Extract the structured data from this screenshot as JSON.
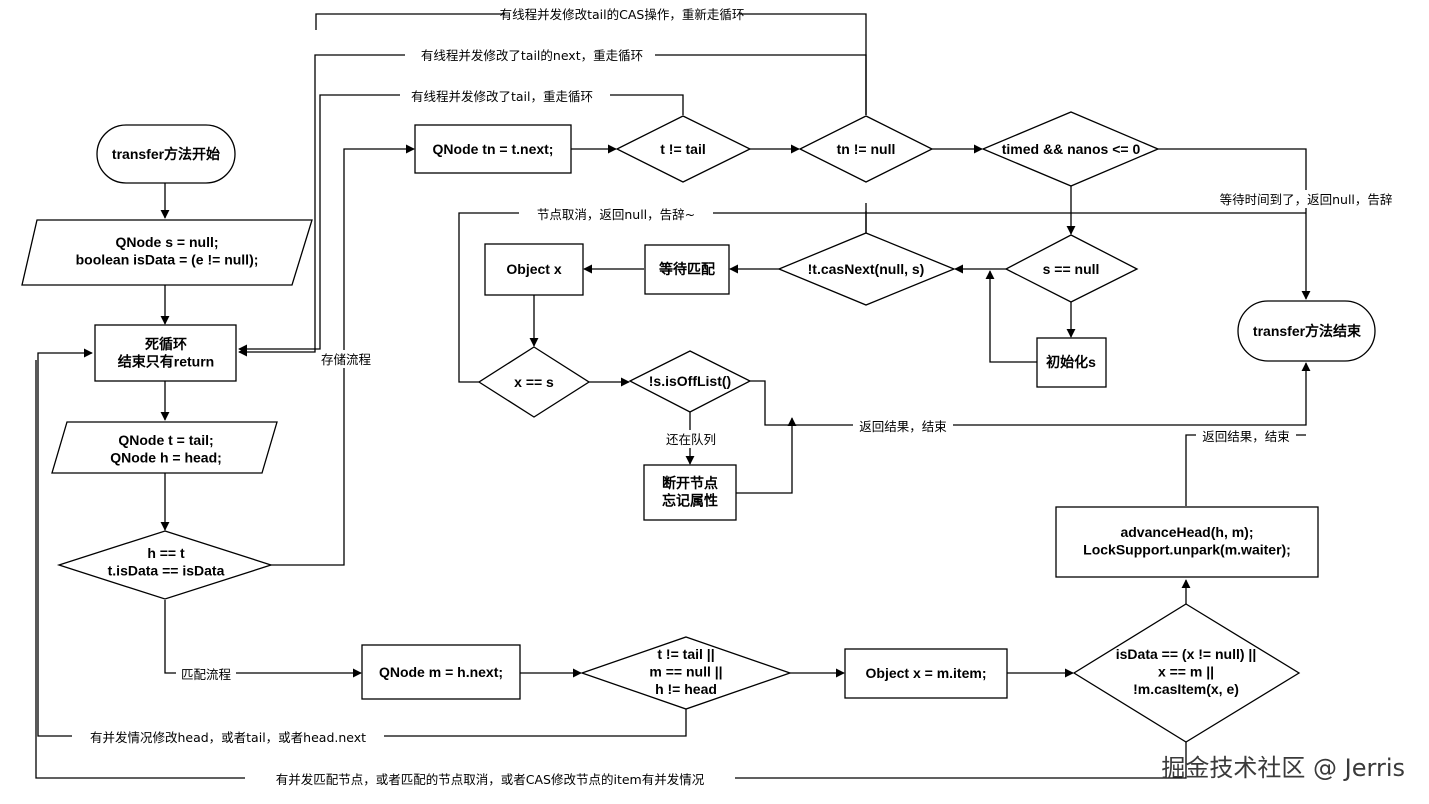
{
  "nodes": {
    "start": [
      "transfer方法开始"
    ],
    "init_vars": [
      "QNode s = null;",
      "boolean isData = (e != null);"
    ],
    "loop": [
      "死循环",
      "结束只有return"
    ],
    "read_th": [
      "QNode t = tail;",
      "QNode h = head;"
    ],
    "cond_ht": [
      "h == t",
      "t.isData == isData"
    ],
    "tn_next": [
      "QNode tn = t.next;"
    ],
    "cond_tail": [
      "t != tail"
    ],
    "cond_tn": [
      "tn != null"
    ],
    "cond_timed": [
      "timed && nanos <= 0"
    ],
    "cond_s": [
      "s == null"
    ],
    "init_s": [
      "初始化s"
    ],
    "cas_next": [
      "!t.casNext(null, s)"
    ],
    "wait_match": [
      "等待匹配"
    ],
    "obj_x": [
      "Object x"
    ],
    "cond_xs": [
      "x == s"
    ],
    "cond_offlist": [
      "!s.isOffList()"
    ],
    "unlink": [
      "断开节点",
      "忘记属性"
    ],
    "end": [
      "transfer方法结束"
    ],
    "m_next": [
      "QNode m = h.next;"
    ],
    "cond_m": [
      "t != tail ||",
      "m == null ||",
      "h != head"
    ],
    "obj_item": [
      "Object x = m.item;"
    ],
    "cond_item": [
      "isData == (x != null) ||",
      "x == m ||",
      "!m.casItem(x, e)"
    ],
    "advance": [
      "advanceHead(h, m);",
      "LockSupport.unpark(m.waiter);"
    ]
  },
  "labels": {
    "cas_tail_retry": "有线程并发修改tail的CAS操作，重新走循环",
    "tail_next_retry": "有线程并发修改了tail的next，重走循环",
    "tail_retry": "有线程并发修改了tail，重走循环",
    "store_flow": "存储流程",
    "node_cancel": "节点取消，返回null，告辞~",
    "timeout": "等待时间到了，返回null，告辞",
    "still_queue": "还在队列",
    "return_result_1": "返回结果，结束",
    "return_result_2": "返回结果，结束",
    "match_flow": "匹配流程",
    "head_retry": "有并发情况修改head，或者tail，或者head.next",
    "item_retry": "有并发匹配节点，或者匹配的节点取消，或者CAS修改节点的item有并发情况"
  },
  "watermark": "掘金技术社区 @ Jerris"
}
